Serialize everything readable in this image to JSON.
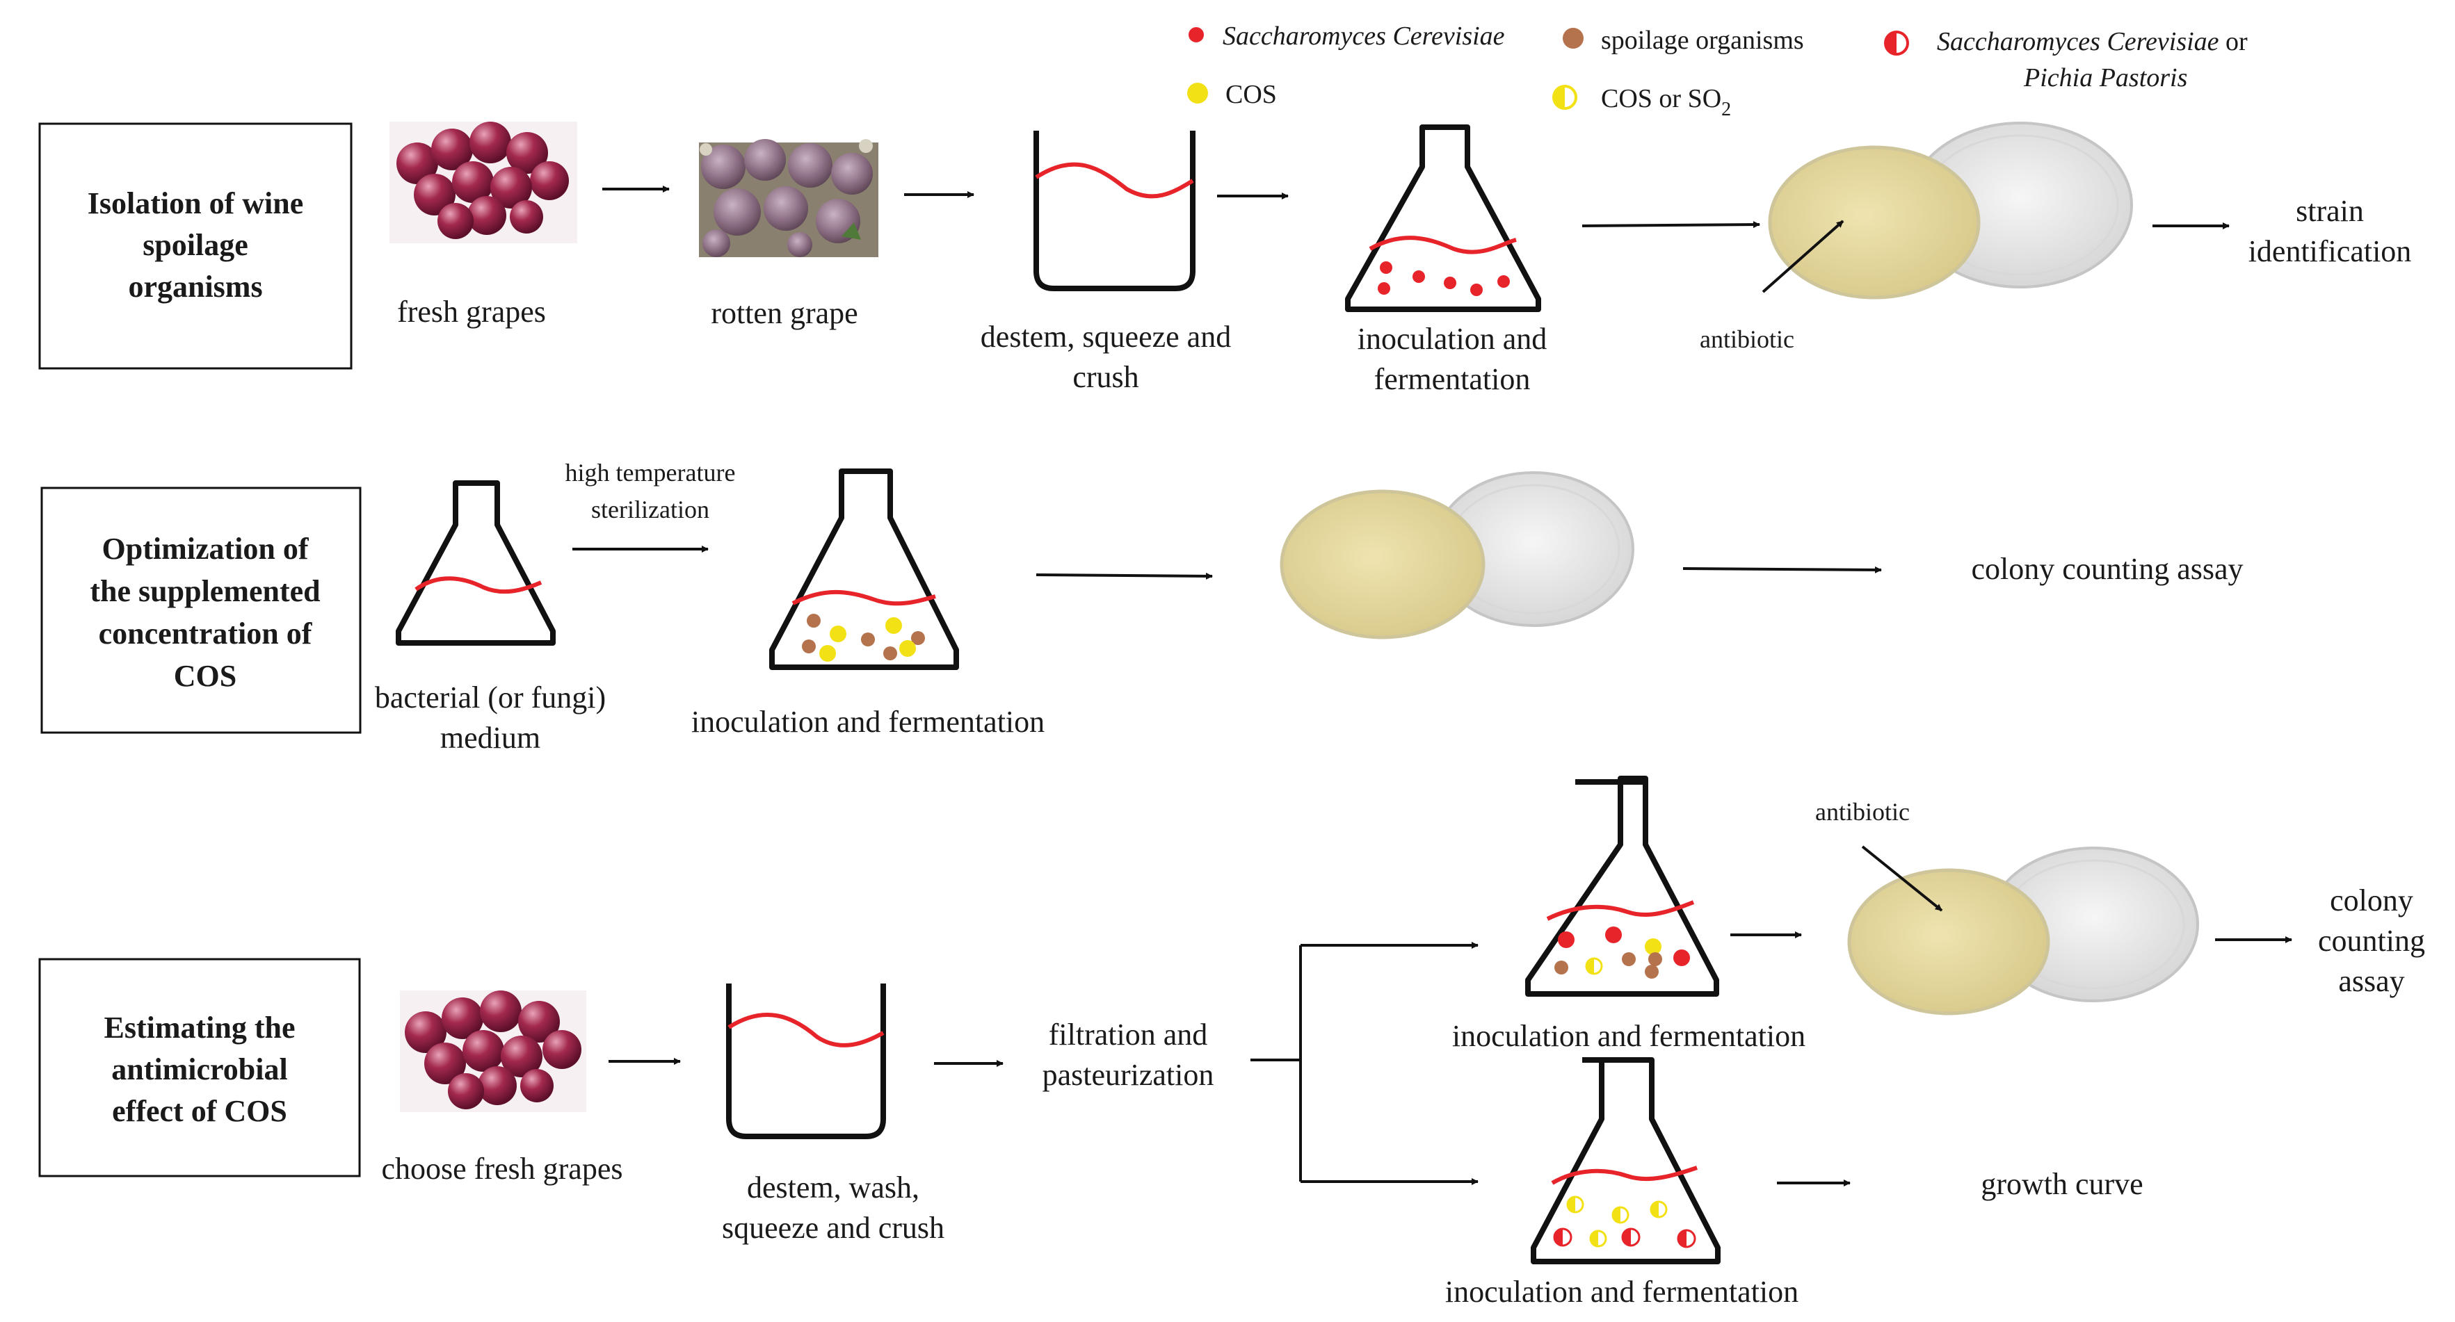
{
  "legend": {
    "saccharomyces": "Saccharomyces Cerevisiae",
    "spoilage": "spoilage organisms",
    "saccharomyces_or_pichia_line1": "Saccharomyces Cerevisiae",
    "or_word": "or",
    "saccharomyces_or_pichia_line2": "Pichia Pastoris",
    "cos": "COS",
    "cos_or_so2": "COS or SO",
    "so2_subscript": "2"
  },
  "colors": {
    "red_dot": "#e8242b",
    "brown_dot": "#b5734d",
    "yellow_dot": "#f2e114",
    "plate_agar": "#e6d9a0",
    "plate_lid": "#e6e6e6"
  },
  "row1": {
    "box": [
      "Isolation of wine",
      "spoilage",
      "organisms"
    ],
    "fresh_grapes": "fresh grapes",
    "rotten_grape": "rotten grape",
    "crush": [
      "destem, squeeze and",
      "crush"
    ],
    "inoculation": [
      "inoculation  and",
      "fermentation"
    ],
    "antibiotic": "antibiotic",
    "strain": [
      "strain",
      "identification"
    ]
  },
  "row2": {
    "box": [
      "Optimization of",
      "the supplemented",
      "concentration of",
      "COS"
    ],
    "medium": [
      "bacterial  (or fungi)",
      "medium"
    ],
    "sterilization": [
      "high  temperature",
      "sterilization"
    ],
    "inoculation": "inoculation  and fermentation",
    "colony": "colony counting assay"
  },
  "row3": {
    "box": [
      "Estimating the",
      "antimicrobial",
      "effect of COS"
    ],
    "choose": "choose fresh grapes",
    "crush": [
      "destem, wash,",
      "squeeze and crush"
    ],
    "filtration": [
      "filtration   and",
      "pasteurization"
    ],
    "inoculation_top": "inoculation  and fermentation",
    "inoculation_bottom": "inoculation  and fermentation",
    "antibiotic": "antibiotic",
    "colony": [
      "colony",
      "counting",
      "assay"
    ],
    "growth": "growth curve"
  }
}
